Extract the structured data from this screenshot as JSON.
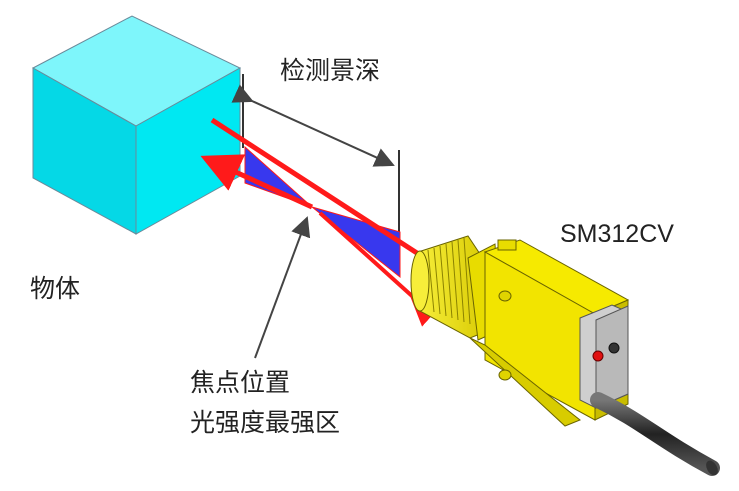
{
  "labels": {
    "depth_of_field": "检测景深",
    "object": "物体",
    "focus_position": "焦点位置",
    "strongest_zone": "光强度最强区",
    "model": "SM312CV"
  },
  "colors": {
    "cube_front": "#00e5f0",
    "cube_top": "#60f4fa",
    "cube_side": "#00c6d2",
    "beam": "#ff1a1a",
    "beam_cone": "#3a3af0",
    "sensor_body": "#f2e600",
    "sensor_shadow": "#c8bd00",
    "lens_cap": "#c9c9c9",
    "cable": "#444444",
    "dimension_line": "#444444"
  },
  "icons": {
    "object": "cube-icon",
    "sensor": "photoelectric-sensor-icon",
    "indicator": "red-led-icon"
  }
}
